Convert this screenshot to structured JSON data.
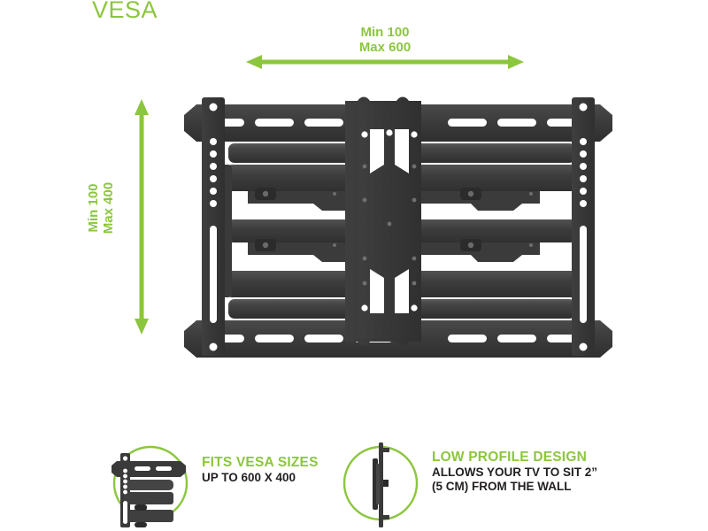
{
  "title": "VESA",
  "colors": {
    "green": "#8CC63E",
    "metal_dark": "#3a3a3a",
    "metal_mid": "#444444",
    "metal_light": "#555555",
    "text_dark": "#231f20"
  },
  "dimensions": {
    "horizontal": {
      "line1": "Min 100",
      "line2": "Max 600",
      "arrow": "double-arrow-horizontal"
    },
    "vertical": {
      "line1": "Min 100",
      "line2": "Max 400",
      "arrow": "double-arrow-vertical"
    }
  },
  "product": {
    "name": "full-motion-tv-wall-mount",
    "view": "front"
  },
  "features": [
    {
      "id": "fits-vesa-sizes",
      "icon": "tv-mount-front-icon",
      "heading": "FITS VESA SIZES",
      "sub_lines": [
        "UP TO 600 X 400"
      ]
    },
    {
      "id": "low-profile-design",
      "icon": "tv-mount-side-profile-icon",
      "heading": "LOW PROFILE DESIGN",
      "sub_lines": [
        "ALLOWS YOUR TV TO SIT 2”",
        "(5 CM) FROM THE WALL"
      ]
    }
  ]
}
